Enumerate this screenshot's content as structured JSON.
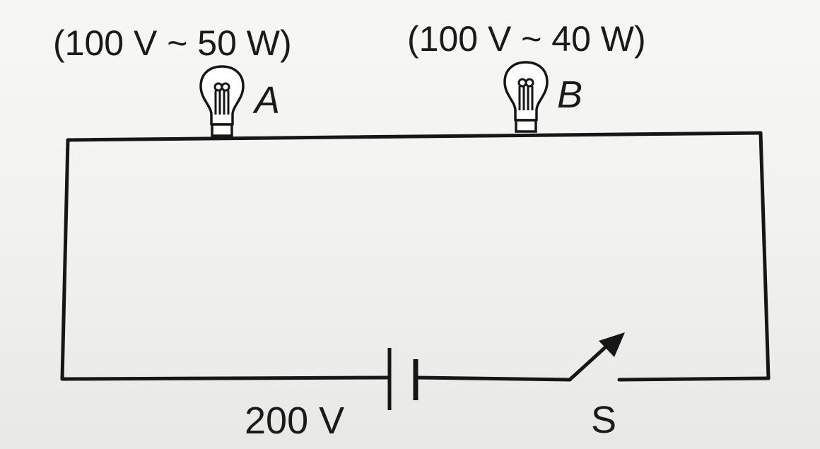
{
  "diagram": {
    "bulb_a": {
      "rating": "(100 V ~ 50 W)",
      "label": "A"
    },
    "bulb_b": {
      "rating": "(100 V ~ 40 W)",
      "label": "B"
    },
    "battery": {
      "label": "200 V"
    },
    "switch": {
      "label": "S"
    }
  },
  "colors": {
    "ink": "#161616",
    "paper": "#f3f3f1"
  }
}
